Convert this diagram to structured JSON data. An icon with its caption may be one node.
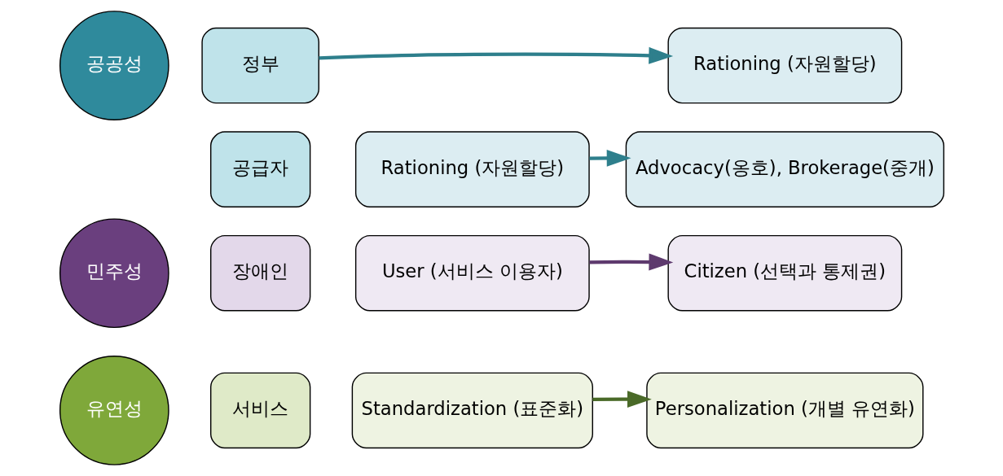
{
  "diagram": {
    "nodes": [
      {
        "text": [
          "공공성"
        ]
      },
      {
        "text": [
          "정부"
        ]
      },
      {
        "text": [
          "Rationing (자원할당)"
        ]
      },
      {
        "text": [
          "공급자"
        ]
      },
      {
        "text": [
          "Rationing (자원할당)"
        ]
      },
      {
        "text": [
          "Advocacy(옹호), Brokerage(중개)"
        ]
      },
      {
        "text": [
          "민주성"
        ]
      },
      {
        "text": [
          "장애인"
        ]
      },
      {
        "text": [
          "User (서비스 이용자)"
        ]
      },
      {
        "text": [
          "Citizen (선택과 통제권)"
        ]
      },
      {
        "text": [
          "유연성"
        ]
      },
      {
        "text": [
          "서비스"
        ]
      },
      {
        "text": [
          "Standardization (표준화)"
        ]
      },
      {
        "text": [
          "Personalization (개별 유연화)"
        ]
      }
    ],
    "edges": [
      {
        "from": 1,
        "to": 2,
        "arrow": "to",
        "color": "#2e7f8c"
      },
      {
        "from": 4,
        "to": 5,
        "arrow": "to",
        "color": "#2e7f8c"
      },
      {
        "from": 8,
        "to": 9,
        "arrow": "to",
        "color": "#5e3a6e"
      },
      {
        "from": 12,
        "to": 13,
        "arrow": "to",
        "color": "#4a6a28"
      }
    ]
  }
}
